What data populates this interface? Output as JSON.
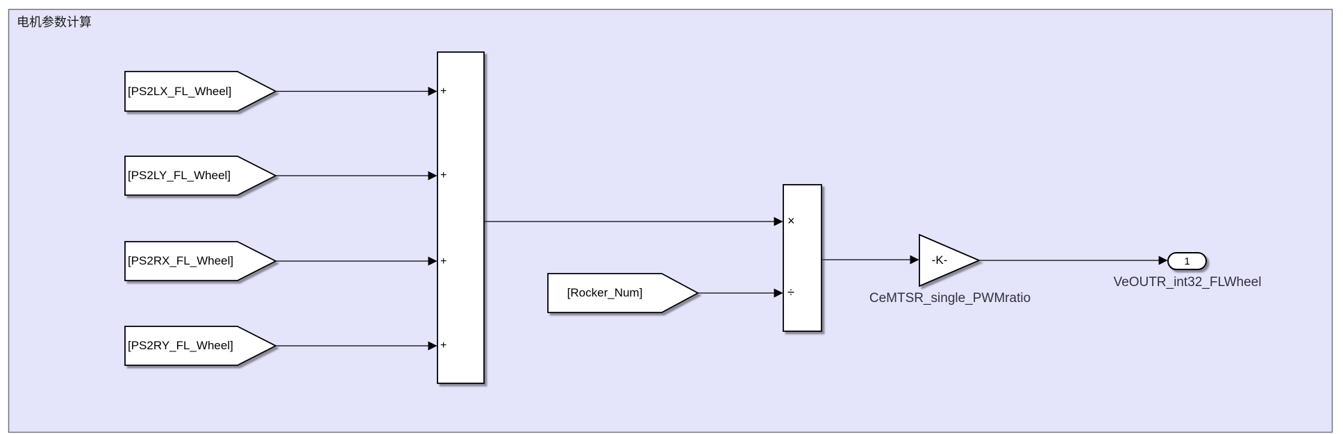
{
  "diagram": {
    "title": "电机参数计算",
    "colors": {
      "canvas_bg": "#ffffff",
      "area_bg": "#e4e4fa",
      "area_border": "#6b6b78",
      "block_fill": "#ffffff",
      "block_stroke": "#000000",
      "label_color": "#32323c"
    },
    "from_blocks": [
      {
        "label": "[PS2LX_FL_Wheel]"
      },
      {
        "label": "[PS2LY_FL_Wheel]"
      },
      {
        "label": "[PS2RX_FL_Wheel]"
      },
      {
        "label": "[PS2RY_FL_Wheel]"
      },
      {
        "label": "[Rocker_Num]"
      }
    ],
    "sum_block": {
      "inputs": [
        "+",
        "+",
        "+",
        "+"
      ]
    },
    "product_block": {
      "multiply_sign": "×",
      "divide_sign": "÷"
    },
    "gain_block": {
      "label": "-K-",
      "name": "CeMTSR_single_PWMratio"
    },
    "outport": {
      "number": "1",
      "name": "VeOUTR_int32_FLWheel"
    }
  }
}
